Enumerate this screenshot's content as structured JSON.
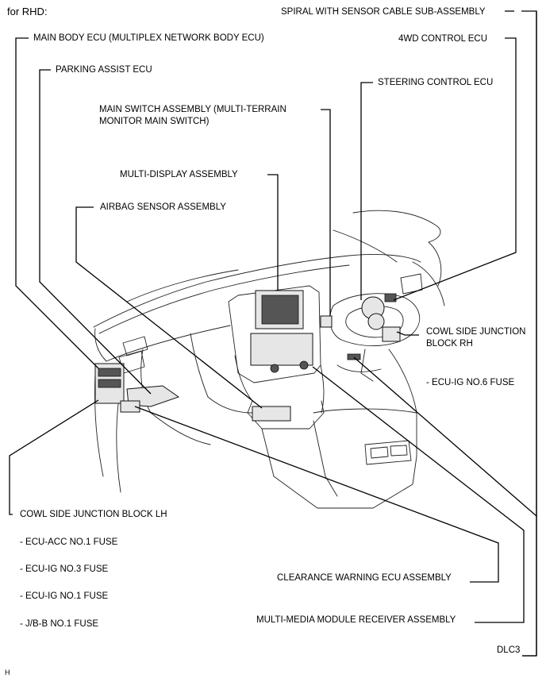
{
  "header": {
    "variant": "for RHD:"
  },
  "labels": {
    "spiral_cable": "SPIRAL WITH SENSOR CABLE SUB-ASSEMBLY",
    "main_body_ecu": "MAIN BODY ECU (MULTIPLEX NETWORK BODY ECU)",
    "fwd_control_ecu": "4WD CONTROL ECU",
    "parking_assist_ecu": "PARKING ASSIST ECU",
    "steering_control_ecu": "STEERING CONTROL ECU",
    "main_switch_line1": "MAIN SWITCH ASSEMBLY (MULTI-TERRAIN",
    "main_switch_line2": "MONITOR MAIN SWITCH)",
    "multi_display": "MULTI-DISPLAY ASSEMBLY",
    "airbag_sensor": "AIRBAG SENSOR ASSEMBLY",
    "cowl_rh_line1": "COWL SIDE JUNCTION",
    "cowl_rh_line2": "BLOCK RH",
    "ecu_ig6": "- ECU-IG NO.6 FUSE",
    "cowl_lh": "COWL SIDE JUNCTION BLOCK LH",
    "ecu_acc1": "- ECU-ACC NO.1 FUSE",
    "ecu_ig3": "- ECU-IG NO.3 FUSE",
    "ecu_ig1": "- ECU-IG NO.1 FUSE",
    "jb_b1": "- J/B-B NO.1 FUSE",
    "clearance_warning": "CLEARANCE WARNING ECU ASSEMBLY",
    "multimedia_receiver": "MULTI-MEDIA MODULE RECEIVER ASSEMBLY",
    "dlc3": "DLC3"
  },
  "footer": {
    "mark": "H"
  }
}
